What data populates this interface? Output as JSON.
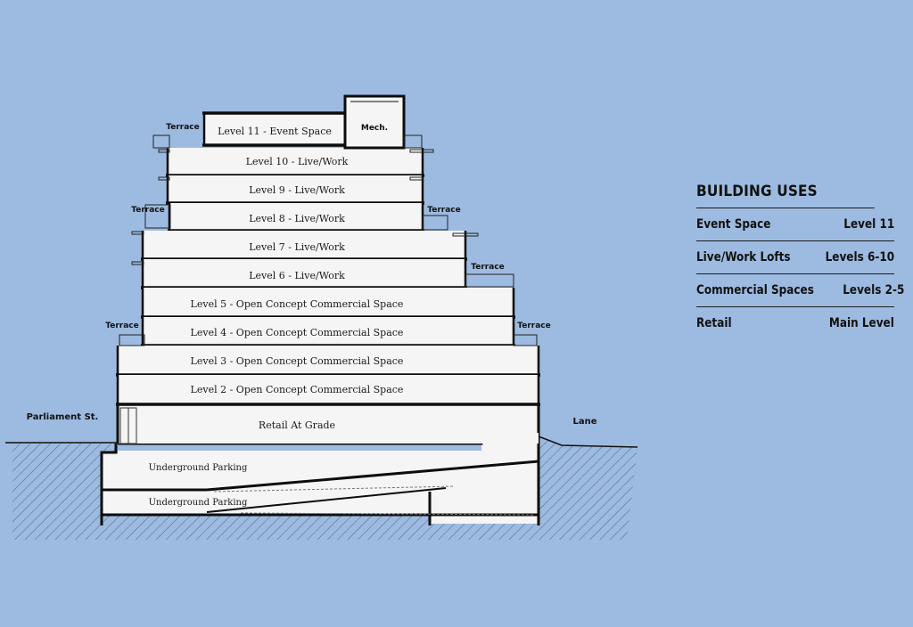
{
  "floors": [
    "Level 11 - Event Space",
    "Level 10 - Live/Work",
    "Level 9 - Live/Work",
    "Level 8 - Live/Work",
    "Level 7 - Live/Work",
    "Level 6 - Live/Work",
    "Level 5 - Open Concept Commercial Space",
    "Level 4 - Open Concept Commercial Space",
    "Level 3 - Open Concept Commercial Space",
    "Level 2 - Open Concept Commercial Space",
    "Retail At Grade",
    "Underground Parking",
    "Underground Parking"
  ],
  "tags": {
    "mech": "Mech.",
    "terrace": "Terrace",
    "parliament": "Parliament St.",
    "lane": "Lane"
  },
  "legend": {
    "title": "BUILDING USES",
    "rows": [
      {
        "use": "Event Space",
        "level": "Level 11"
      },
      {
        "use": "Live/Work Lofts",
        "level": "Levels 6-10"
      },
      {
        "use": "Commercial Spaces",
        "level": "Levels 2-5"
      },
      {
        "use": "Retail",
        "level": "Main Level"
      }
    ]
  },
  "colors": {
    "background": "#9dbbe0",
    "floor_fill": "#f5f5f5",
    "line": "#0d0d0d"
  }
}
